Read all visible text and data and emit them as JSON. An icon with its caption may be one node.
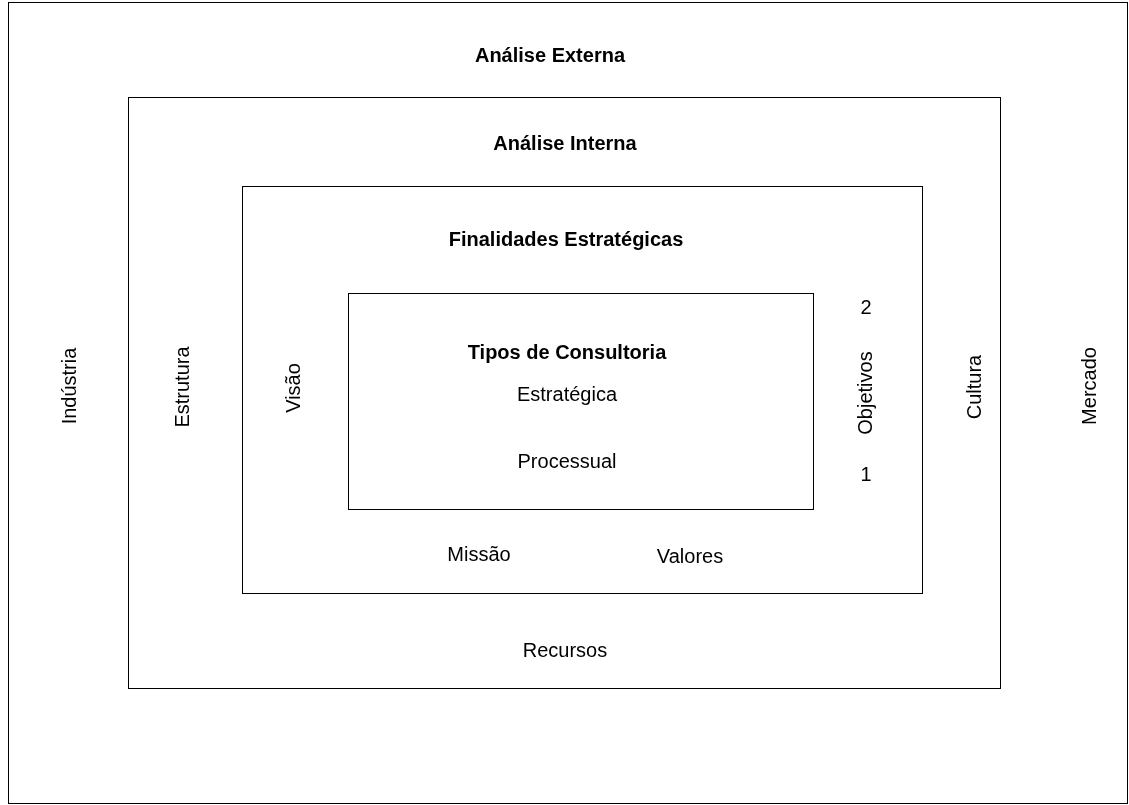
{
  "diagram": {
    "nodes": [
      {
        "text": [
          "Análise Externa",
          "Indústria",
          "Mercado"
        ]
      },
      {
        "text": [
          "Análise Interna",
          "Estrutura",
          "Cultura",
          "Recursos"
        ],
        "in": 0
      },
      {
        "text": [
          "Finalidades Estratégicas",
          "Visão",
          "Objetivos",
          "Missão",
          "Valores"
        ],
        "in": 1
      },
      {
        "text": [
          "Tipos de Consultoria",
          "Estratégica",
          "Processual"
        ],
        "in": 2
      }
    ],
    "labels": [
      "2",
      "1"
    ]
  }
}
